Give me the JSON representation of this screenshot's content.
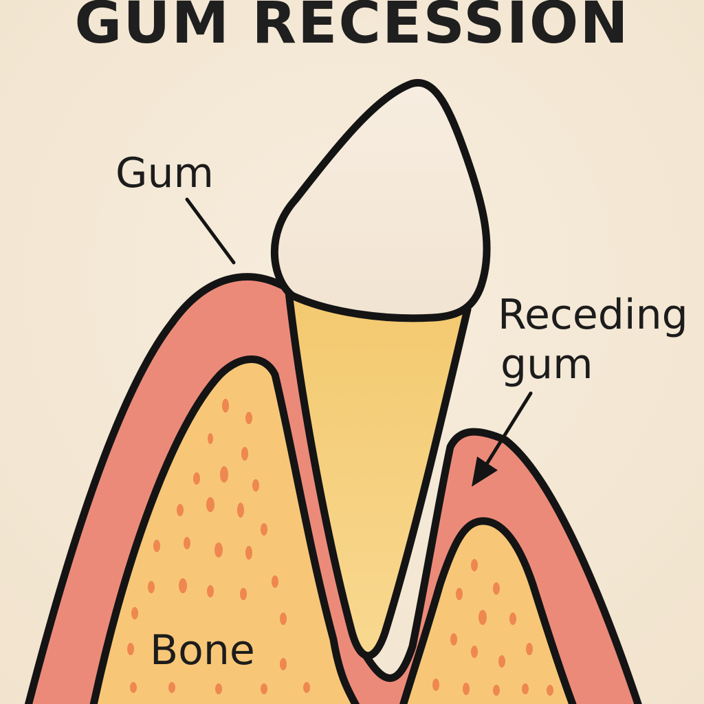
{
  "title": "GUM RECESSION",
  "labels": {
    "gum": "Gum",
    "receding_line1": "Receding",
    "receding_line2": "gum",
    "bone": "Bone"
  },
  "colors": {
    "background": "#f4e8d5",
    "gum": "#ec8a7a",
    "bone": "#f7c777",
    "bone_dots": "#ee8750",
    "root": "#f5cf7e",
    "crown": "#f6eadb",
    "outline": "#141414"
  }
}
